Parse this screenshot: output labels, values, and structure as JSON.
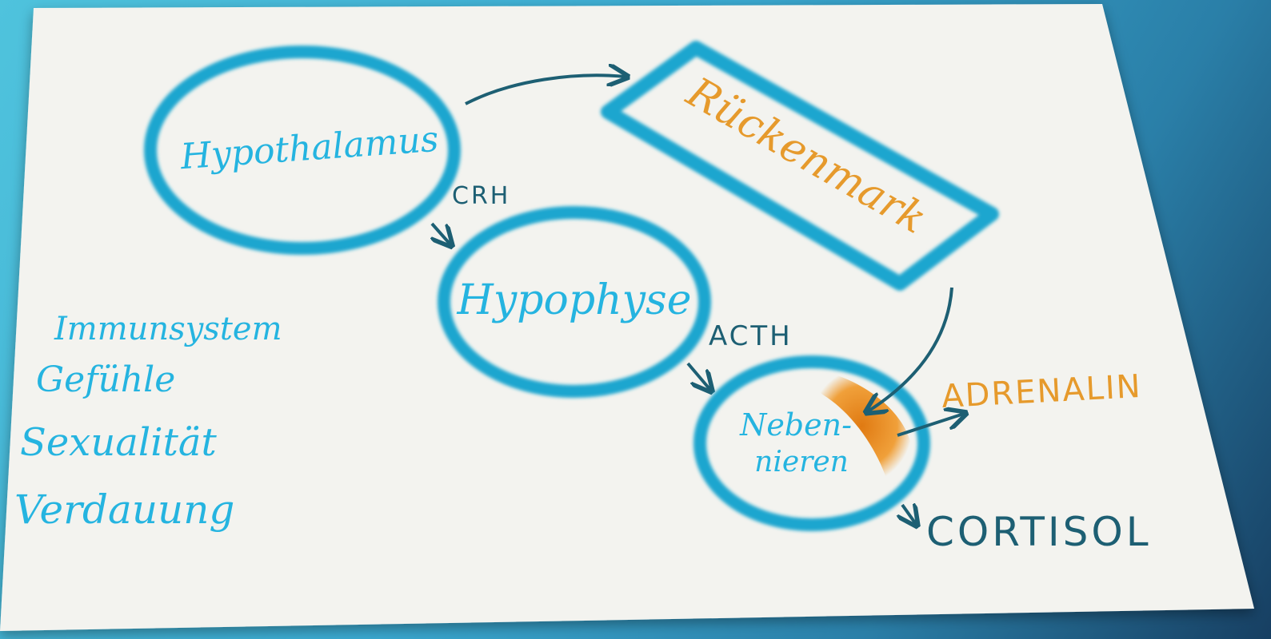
{
  "diagram": {
    "nodes": {
      "hypothalamus": "Hypothalamus",
      "hypophyse": "Hypophyse",
      "nebennieren_line1": "Neben-",
      "nebennieren_line2": "nieren",
      "rueckenmark": "Rückenmark"
    },
    "hormones": {
      "crh": "CRH",
      "acth": "ACTH",
      "adrenalin": "ADRENALIN",
      "cortisol": "CORTISOL"
    },
    "influences": [
      "Immunsystem",
      "Gefühle",
      "Sexualität",
      "Verdauung"
    ]
  },
  "colors": {
    "cyan": "#1fa6cf",
    "text_cyan": "#25b4e0",
    "orange": "#e69a2c",
    "teal_dark": "#1d5f73",
    "paper": "#f3f3ef"
  }
}
